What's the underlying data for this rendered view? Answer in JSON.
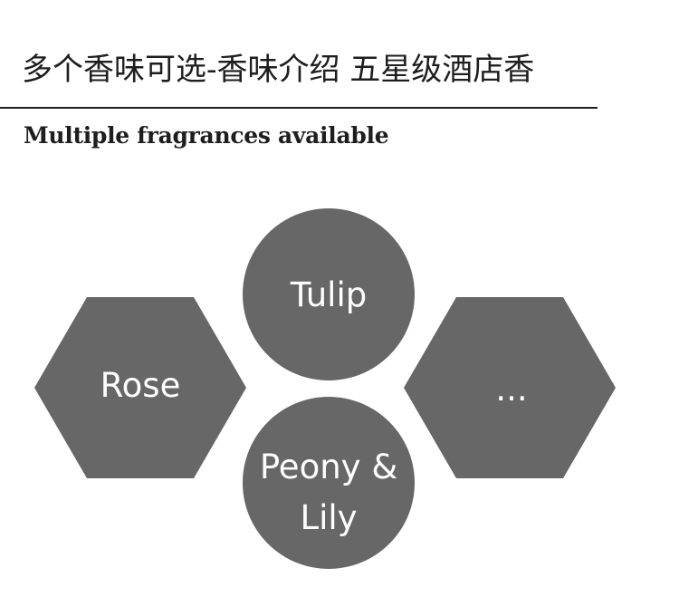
{
  "header": {
    "title": "多个香味可选-香味介绍 五星级酒店香",
    "subtitle": "Multiple fragrances available"
  },
  "fragrances": {
    "rose": "Rose",
    "tulip": "Tulip",
    "peony_line1": "Peony &",
    "peony_line2": "Lily",
    "more": "..."
  },
  "colors": {
    "shape_fill": "#676767",
    "label_text": "#ffffff",
    "title_text": "#1e1e1e"
  }
}
